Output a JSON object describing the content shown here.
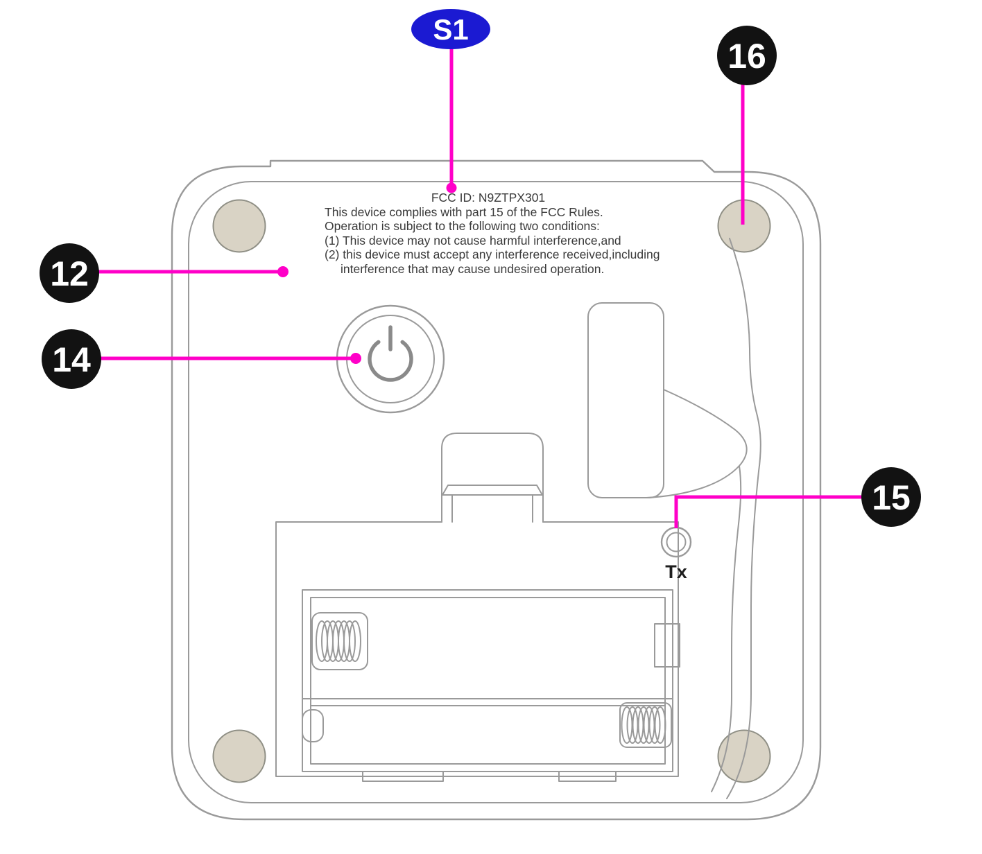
{
  "figure": {
    "callouts": {
      "s1": {
        "label": "S1"
      },
      "c12": {
        "label": "12"
      },
      "c14": {
        "label": "14"
      },
      "c15": {
        "label": "15"
      },
      "c16": {
        "label": "16"
      }
    },
    "device": {
      "fcc_text": {
        "id_line": "FCC ID: N9ZTPX301",
        "lines": [
          "This device complies with part 15 of the FCC Rules.",
          "Operation is subject to the following two conditions:",
          "(1) This device may not cause harmful interference,and",
          "(2) this device must accept any interference received,including",
          "interference that may cause undesired operation."
        ]
      },
      "tx_label": "Tx"
    },
    "colors": {
      "callout_line": "#ff00c8",
      "s1_fill": "#1b1ad2",
      "badge_fill": "#121212",
      "outline": "#9a9a9a",
      "foot_fill": "#d9d3c5",
      "foot_stroke": "#8f8f85",
      "text_ink": "#3a3a3a"
    }
  }
}
